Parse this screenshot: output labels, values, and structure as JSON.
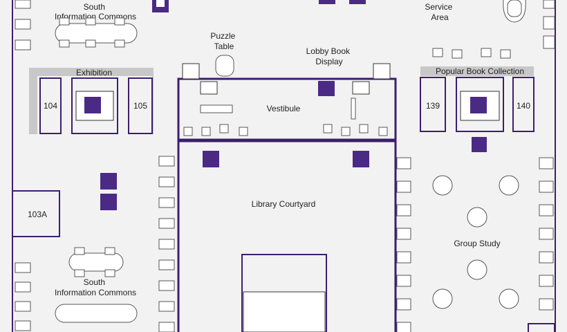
{
  "labels": {
    "south_info_top": [
      "South",
      "Information Commons"
    ],
    "service_area": [
      "Service",
      "Area"
    ],
    "puzzle_table": [
      "Puzzle",
      "Table"
    ],
    "lobby_display": [
      "Lobby Book",
      "Display"
    ],
    "exhibition": "Exhibition",
    "popular_books": "Popular Book Collection",
    "vestibule": "Vestibule",
    "courtyard": "Library Courtyard",
    "group_study": "Group Study",
    "south_info_bottom": [
      "South",
      "Information Commons"
    ]
  },
  "rooms": {
    "r104": "104",
    "r105": "105",
    "r139": "139",
    "r140": "140",
    "r103a": "103A"
  },
  "icons": {
    "exit": "emergency-exit-icon",
    "bike": "bicycle-icon",
    "book_drop": "book-drop-icon",
    "printer": "printer-icon",
    "media": "film-scanner-icon",
    "restroom": "restroom-icon",
    "computer": "computer-icon"
  },
  "colors": {
    "accent": "#4b2a85",
    "wall": "#3b1e6e",
    "floor": "#f2f2f2",
    "exhibition_band": "#c8c8c8"
  }
}
